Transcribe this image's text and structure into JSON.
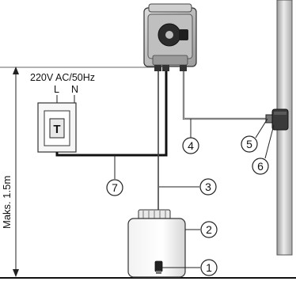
{
  "supply_label": "220V AC/50Hz",
  "phase_label": "L",
  "neutral_label": "N",
  "height_label": "Maks. 1.5m",
  "callouts": [
    "1",
    "2",
    "3",
    "4",
    "5",
    "6",
    "7"
  ]
}
